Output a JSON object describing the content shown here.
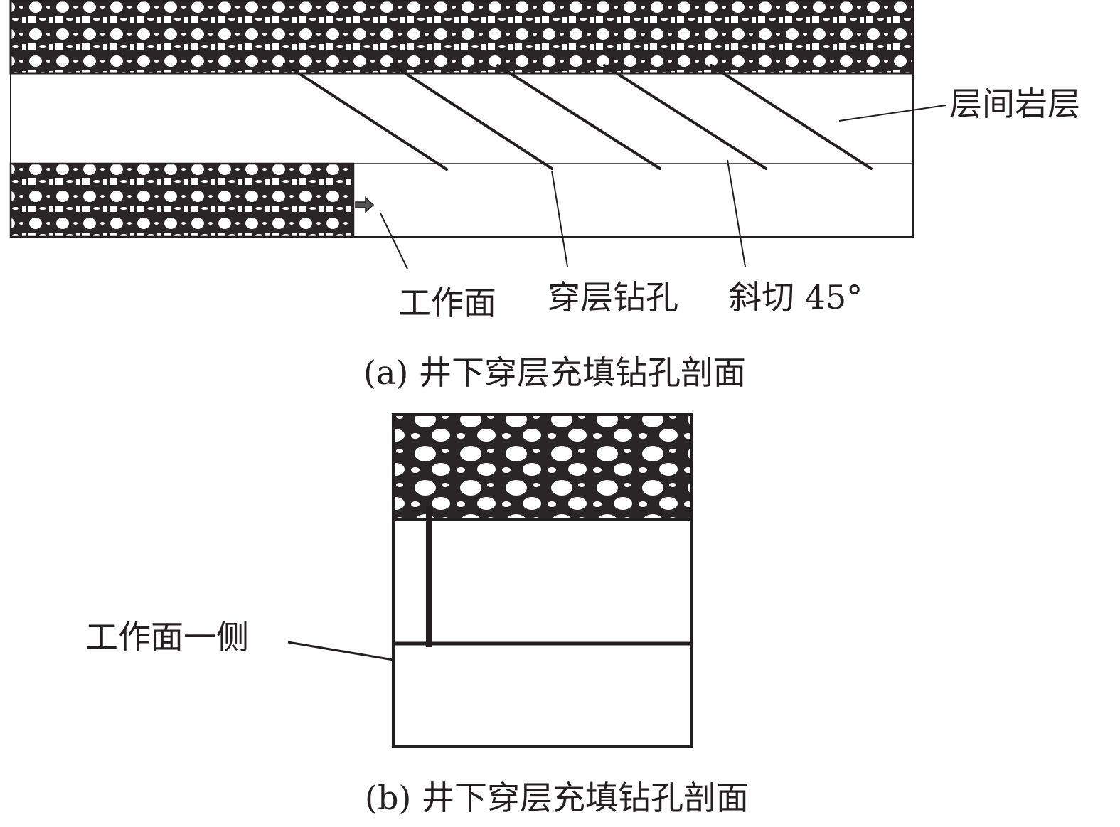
{
  "panel_a": {
    "labels": {
      "interlayer_rock": "层间岩层",
      "working_face": "工作面",
      "through_layer_borehole": "穿层钻孔",
      "oblique_cut": "斜切 45°"
    },
    "caption": "(a) 井下穿层充填钻孔剖面"
  },
  "panel_b": {
    "labels": {
      "working_face_side": "工作面一侧"
    },
    "caption": "(b)  井下穿层充填钻孔剖面"
  },
  "colors": {
    "line": "#231f20",
    "background": "#ffffff"
  }
}
